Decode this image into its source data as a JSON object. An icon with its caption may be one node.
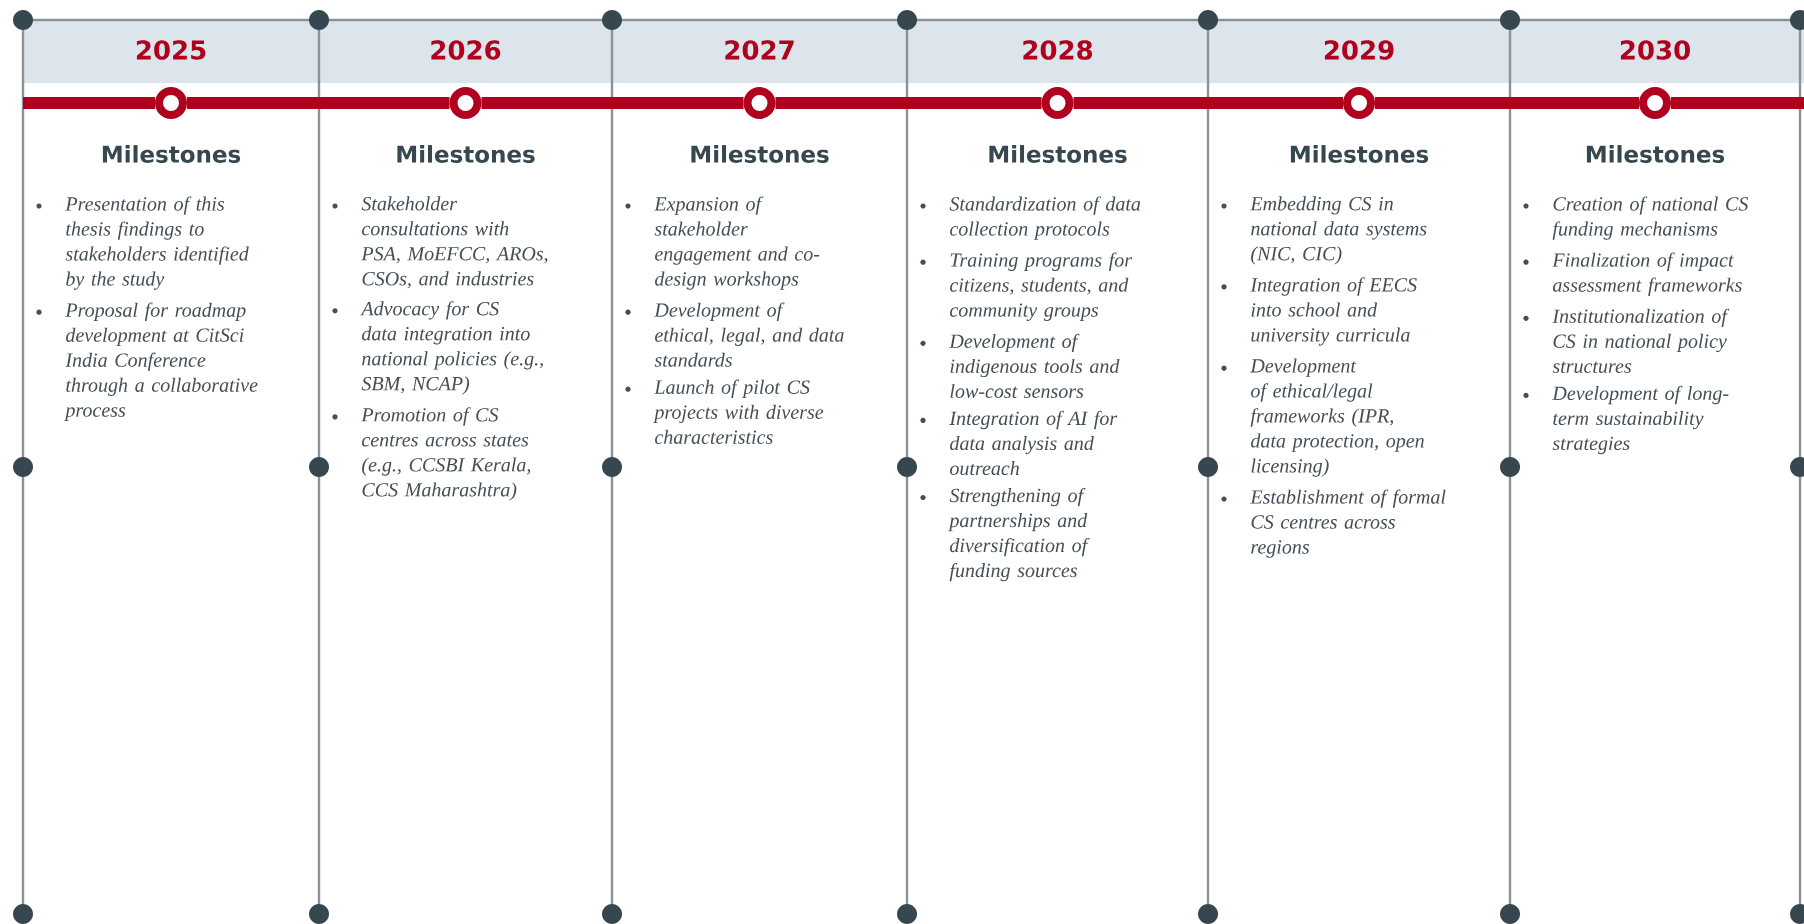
{
  "diagram": {
    "nodes": [
      {
        "text": [
          "2025",
          "Milestones",
          "Presentation of this thesis findings to stakeholders identified by the study",
          "Proposal for roadmap development at CitSci India Conference through a collaborative process"
        ]
      },
      {
        "text": [
          "2026",
          "Milestones",
          "Stakeholder consultations with PSA, MoEFCC, AROs, CSOs, and industries",
          "Advocacy for CS data integration into national policies (e.g., SBM, NCAP)",
          "Promotion of CS centres across states (e.g., CCSBI Kerala, CCS Maharashtra)"
        ]
      },
      {
        "text": [
          "2027",
          "Milestones",
          "Expansion of stakeholder engagement and co-design workshops",
          "Development of ethical, legal, and data standards",
          "Launch of pilot CS projects with diverse characteristics"
        ]
      },
      {
        "text": [
          "2028",
          "Milestones",
          "Standardization of data collection protocols",
          "Training programs for citizens, students, and community groups",
          "Development of indigenous tools and low-cost sensors",
          "Integration of AI for data analysis and outreach",
          "Strengthening of partnerships and diversification of funding sources"
        ]
      },
      {
        "text": [
          "2029",
          "Milestones",
          "Embedding CS in national data systems (NIC, CIC)",
          "Integration of EECS into school and university curricula",
          "Development of ethical/legal frameworks (IPR, data protection, open licensing)",
          "Establishment of formal CS centres across regions"
        ]
      },
      {
        "text": [
          "2030",
          "Milestones",
          "Creation of national CS funding mechanisms",
          "Finalization of impact assessment frameworks",
          "Institutionalization of CS in national policy structures",
          "Development of long-term sustainability strategies"
        ]
      },
      {
        "text": [],
        "shape": "circle",
        "in": 0
      },
      {
        "text": [],
        "shape": "circle",
        "in": 1
      },
      {
        "text": [],
        "shape": "circle",
        "in": 2
      },
      {
        "text": [],
        "shape": "circle",
        "in": 3
      },
      {
        "text": [],
        "shape": "circle",
        "in": 4
      },
      {
        "text": [],
        "shape": "circle",
        "in": 5
      }
    ],
    "edges": [
      {
        "from": null,
        "to": 6,
        "arrow": "none"
      },
      {
        "from": 6,
        "to": 7,
        "arrow": "none"
      },
      {
        "from": 7,
        "to": 8,
        "arrow": "none"
      },
      {
        "from": 8,
        "to": 9,
        "arrow": "none"
      },
      {
        "from": 9,
        "to": 10,
        "arrow": "none"
      },
      {
        "from": 10,
        "to": 11,
        "arrow": "none"
      },
      {
        "from": 11,
        "to": null,
        "arrow": "none"
      }
    ]
  }
}
